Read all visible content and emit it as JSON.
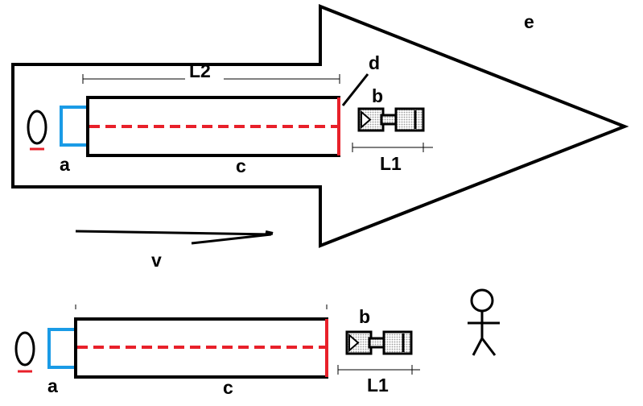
{
  "labels": {
    "a": "a",
    "b": "b",
    "c": "c",
    "d": "d",
    "e": "e",
    "v": "v",
    "L1": "L1",
    "L2": "L2"
  },
  "colors": {
    "outline": "#000000",
    "aperture": "#1a9be6",
    "laser": "#e8202a",
    "fill_dots": "#bbbbbb"
  }
}
